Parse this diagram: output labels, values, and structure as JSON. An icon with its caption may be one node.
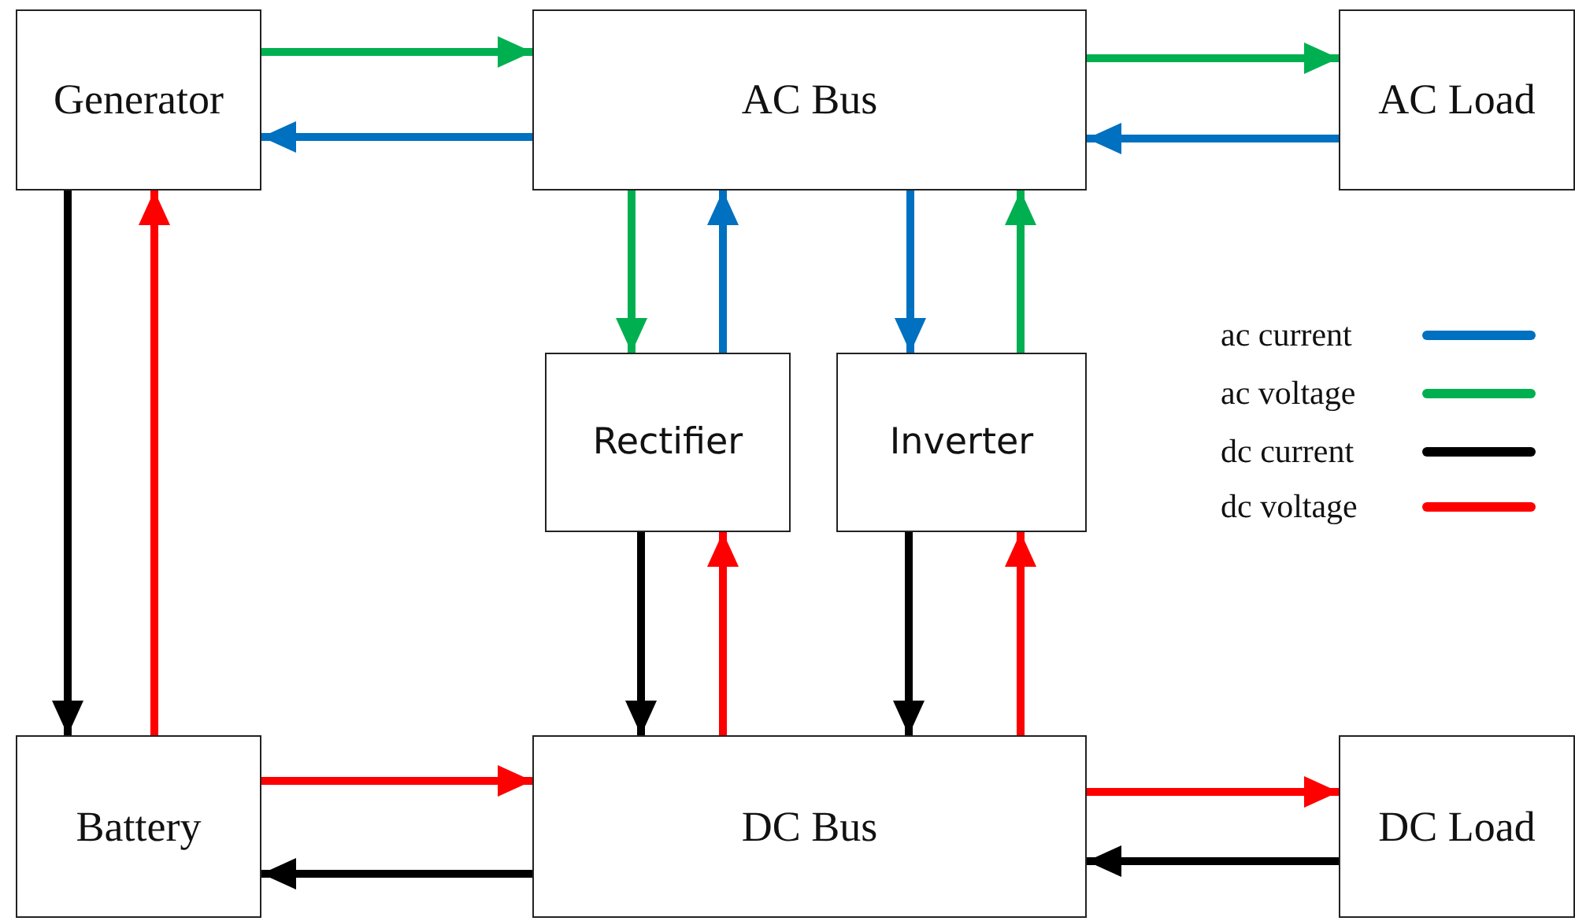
{
  "diagram": {
    "nodes": [
      {
        "text": [
          "Generator"
        ]
      },
      {
        "text": [
          "AC Bus"
        ]
      },
      {
        "text": [
          "AC Load"
        ]
      },
      {
        "text": [
          "Rectifier"
        ]
      },
      {
        "text": [
          "Inverter"
        ]
      },
      {
        "text": [
          "Battery"
        ]
      },
      {
        "text": [
          "DC Bus"
        ]
      },
      {
        "text": [
          "DC Load"
        ]
      }
    ],
    "edges": [
      {
        "from": 0,
        "to": 1,
        "arrow": "to",
        "color": "#00b050"
      },
      {
        "from": 1,
        "to": 0,
        "arrow": "to",
        "color": "#0070c0"
      },
      {
        "from": 1,
        "to": 2,
        "arrow": "to",
        "color": "#00b050"
      },
      {
        "from": 2,
        "to": 1,
        "arrow": "to",
        "color": "#0070c0"
      },
      {
        "from": 0,
        "to": 5,
        "arrow": "to",
        "color": "#000000"
      },
      {
        "from": 5,
        "to": 0,
        "arrow": "to",
        "color": "#ff0000"
      },
      {
        "from": 1,
        "to": 3,
        "arrow": "to",
        "color": "#00b050"
      },
      {
        "from": 3,
        "to": 1,
        "arrow": "to",
        "color": "#0070c0"
      },
      {
        "from": 1,
        "to": 4,
        "arrow": "to",
        "color": "#0070c0"
      },
      {
        "from": 4,
        "to": 1,
        "arrow": "to",
        "color": "#00b050"
      },
      {
        "from": 3,
        "to": 6,
        "arrow": "to",
        "color": "#000000"
      },
      {
        "from": 6,
        "to": 3,
        "arrow": "to",
        "color": "#ff0000"
      },
      {
        "from": 4,
        "to": 6,
        "arrow": "to",
        "color": "#000000"
      },
      {
        "from": 6,
        "to": 4,
        "arrow": "to",
        "color": "#ff0000"
      },
      {
        "from": 5,
        "to": 6,
        "arrow": "to",
        "color": "#ff0000"
      },
      {
        "from": 6,
        "to": 5,
        "arrow": "to",
        "color": "#000000"
      },
      {
        "from": 6,
        "to": 7,
        "arrow": "to",
        "color": "#ff0000"
      },
      {
        "from": 7,
        "to": 6,
        "arrow": "to",
        "color": "#000000"
      }
    ],
    "legend": [
      {
        "text": "ac current",
        "color": "#0070c0"
      },
      {
        "text": "ac voltage",
        "color": "#00b050"
      },
      {
        "text": "dc current",
        "color": "#000000"
      },
      {
        "text": "dc voltage",
        "color": "#ff0000"
      }
    ]
  }
}
